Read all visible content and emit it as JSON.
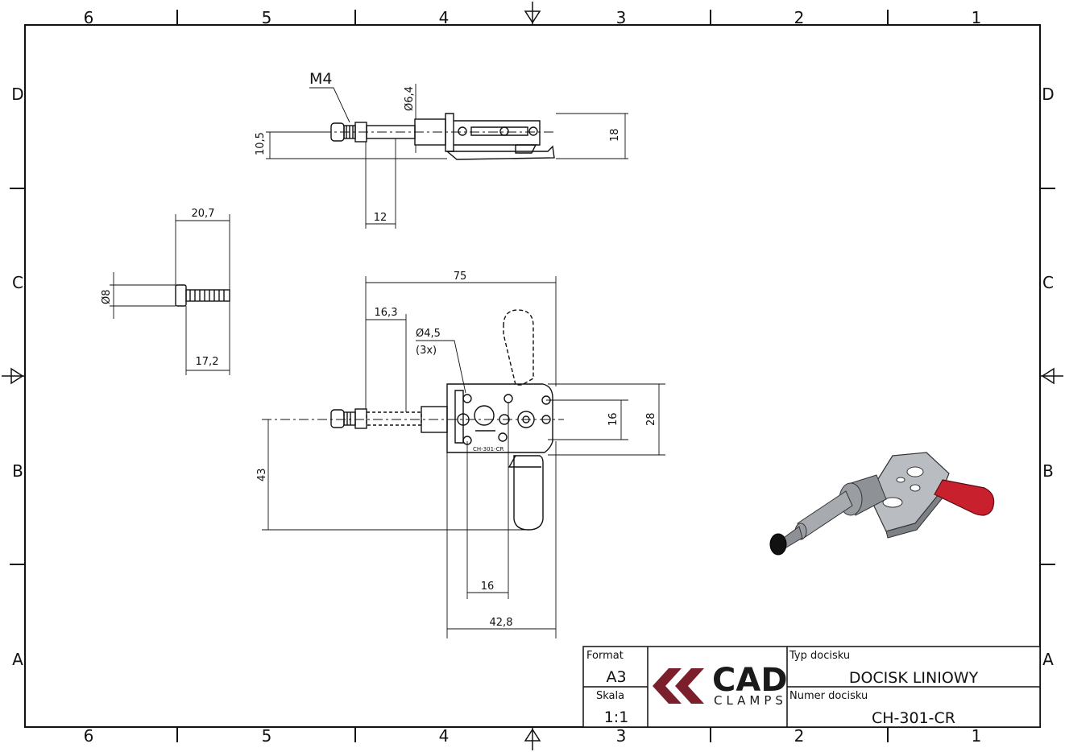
{
  "zones": {
    "columns": [
      "6",
      "5",
      "4",
      "3",
      "2",
      "1"
    ],
    "rows": [
      "D",
      "C",
      "B",
      "A"
    ]
  },
  "dimensions": {
    "top_view": {
      "thread": "M4",
      "diameter_shaft": "Ø6,4",
      "height_left": "10,5",
      "height_right": "18",
      "length_bottom": "12"
    },
    "bolt_view": {
      "length_top": "20,7",
      "diameter": "Ø8",
      "length_bottom": "17,2"
    },
    "front_view": {
      "overall_length": "75",
      "offset": "16,3",
      "hole_diameter": "Ø4,5",
      "hole_count": "(3x)",
      "height_holes": "16",
      "height_base": "28",
      "handle_height": "43",
      "hole_spacing": "16",
      "base_length": "42,8",
      "engraving": "CH-301-CR"
    }
  },
  "title_block": {
    "format_label": "Format",
    "format_value": "A3",
    "scale_label": "Skala",
    "scale_value": "1:1",
    "logo_main": "CAD",
    "logo_sub": "CLAMPS",
    "type_label": "Typ docisku",
    "type_value": "DOCISK LINIOWY",
    "number_label": "Numer docisku",
    "number_value": "CH-301-CR"
  },
  "colors": {
    "logo_accent": "#7a1f2b",
    "handle_red": "#c8202c",
    "body_grey": "#9a9ea3"
  }
}
